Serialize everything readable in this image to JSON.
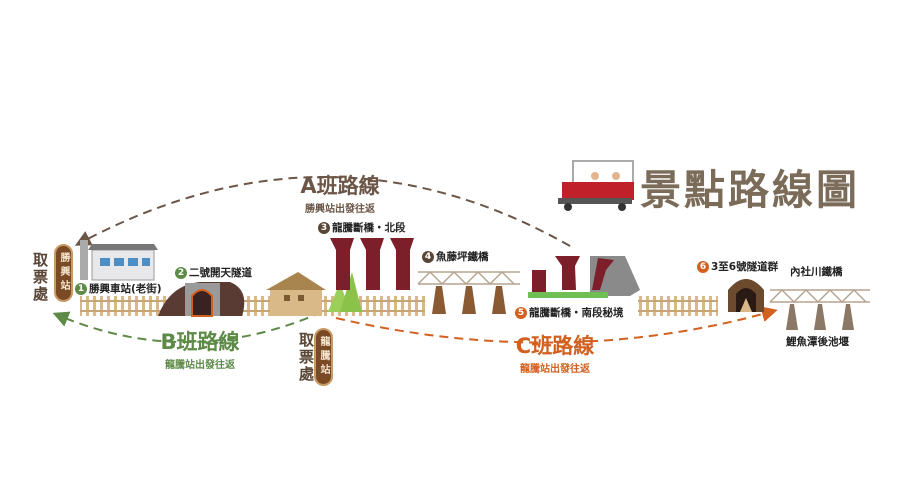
{
  "title": "景點路線圖",
  "routes": {
    "a": {
      "label": "A班路線",
      "sub": "勝興站出發往返",
      "color": "#6b5647"
    },
    "b": {
      "label": "B班路線",
      "sub": "龍騰站出發往返",
      "color": "#5e8a48"
    },
    "c": {
      "label": "C班路線",
      "sub": "龍騰站出發往返",
      "color": "#d2601f"
    }
  },
  "ticket_points": [
    {
      "label": "取票處",
      "station": "勝興站"
    },
    {
      "label": "取票處",
      "station": "龍騰站"
    }
  ],
  "stops": [
    {
      "num": "1",
      "name": "勝興車站(老街)",
      "color": "#5e8a48"
    },
    {
      "num": "2",
      "name": "二號開天隧道",
      "color": "#5e8a48"
    },
    {
      "num": "3",
      "name": "龍騰斷橋・北段",
      "color": "#5a4636"
    },
    {
      "num": "4",
      "name": "魚藤坪鐵橋",
      "color": "#5a4636"
    },
    {
      "num": "5",
      "name": "龍騰斷橋・南段秘境",
      "color": "#d2601f"
    },
    {
      "num": "6",
      "name": "3至6號隧道群",
      "color": "#d2601f"
    }
  ],
  "extra": {
    "bridge": "內社川鐵橋",
    "weir": "鯉魚潭後池堰"
  }
}
